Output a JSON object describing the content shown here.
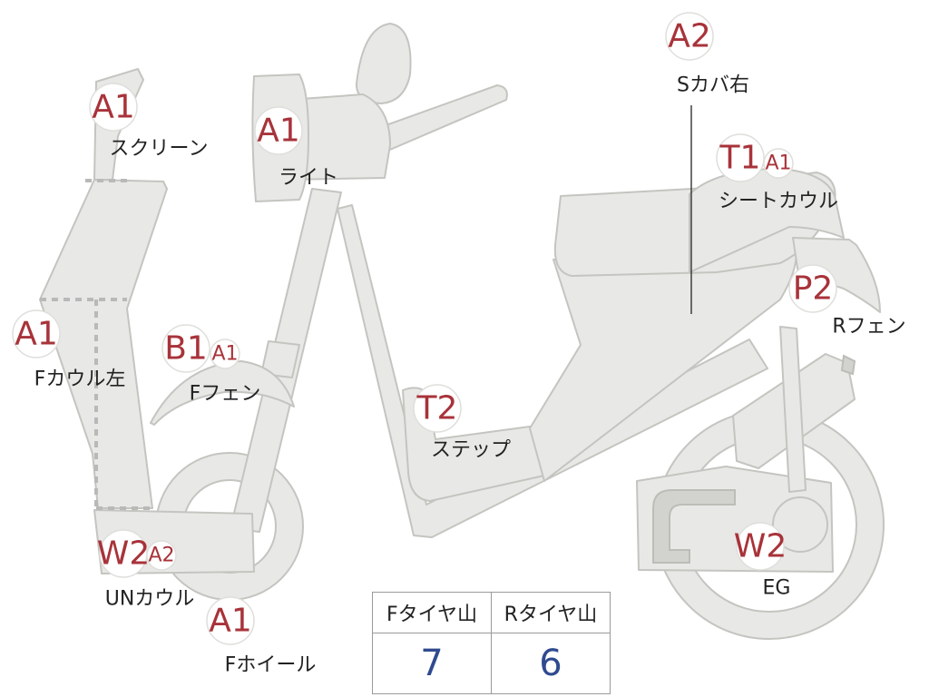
{
  "diagram": {
    "badges": [
      {
        "id": "screen",
        "codes": [
          "A1"
        ],
        "label": "スクリーン"
      },
      {
        "id": "light",
        "codes": [
          "A1"
        ],
        "label": "ライト"
      },
      {
        "id": "fcowl-l",
        "codes": [
          "A1"
        ],
        "label": "Fカウル左"
      },
      {
        "id": "ffender",
        "codes": [
          "B1",
          "A1"
        ],
        "label": "Fフェン"
      },
      {
        "id": "uncowl",
        "codes": [
          "W2",
          "A2"
        ],
        "label": "UNカウル"
      },
      {
        "id": "fwheel",
        "codes": [
          "A1"
        ],
        "label": "Fホイール"
      },
      {
        "id": "step",
        "codes": [
          "T2"
        ],
        "label": "ステップ"
      },
      {
        "id": "scover-r",
        "codes": [
          "A2"
        ],
        "label": "Sカバ右"
      },
      {
        "id": "seatcowl",
        "codes": [
          "T1",
          "A1"
        ],
        "label": "シートカウル"
      },
      {
        "id": "rfender",
        "codes": [
          "P2"
        ],
        "label": "Rフェン"
      },
      {
        "id": "engine",
        "codes": [
          "W2"
        ],
        "label": "EG"
      }
    ]
  },
  "tread_table": {
    "headers": [
      "Fタイヤ山",
      "Rタイヤ山"
    ],
    "values": [
      "7",
      "6"
    ]
  }
}
